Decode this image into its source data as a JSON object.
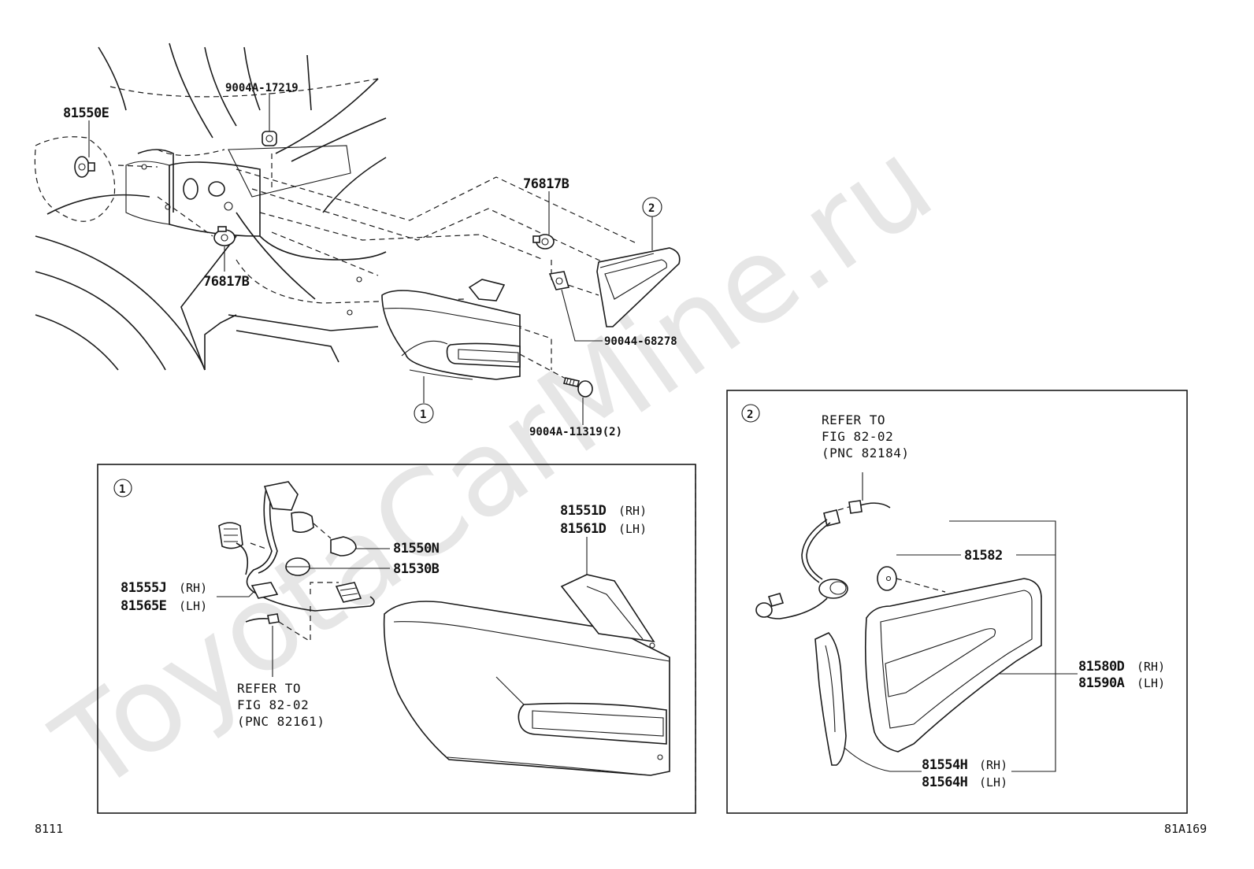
{
  "watermark": "ToyotaCarMine.ru",
  "page_code_left": "8111",
  "page_code_right": "81A169",
  "callouts": {
    "one": "1",
    "two": "2"
  },
  "main_labels": {
    "p81550E": "81550E",
    "p9004A_17219": "9004A-17219",
    "p76817B_top": "76817B",
    "p76817B_left": "76817B",
    "p90044_68278": "90044-68278",
    "p9004A_11319": "9004A-11319(2)"
  },
  "detail1": {
    "p81550N": "81550N",
    "p81530B": "81530B",
    "p81555J": "81555J",
    "p81555J_side": "(RH)",
    "p81565E": "81565E",
    "p81565E_side": "(LH)",
    "p81551D": "81551D",
    "p81551D_side": "(RH)",
    "p81561D": "81561D",
    "p81561D_side": "(LH)",
    "refer_line1": "REFER TO",
    "refer_line2": "FIG 82-02",
    "refer_line3": "(PNC 82161)"
  },
  "detail2": {
    "refer_line1": "REFER TO",
    "refer_line2": "FIG 82-02",
    "refer_line3": "(PNC 82184)",
    "p81582": "81582",
    "p81580D": "81580D",
    "p81580D_side": "(RH)",
    "p81590A": "81590A",
    "p81590A_side": "(LH)",
    "p81554H": "81554H",
    "p81554H_side": "(RH)",
    "p81564H": "81564H",
    "p81564H_side": "(LH)"
  }
}
